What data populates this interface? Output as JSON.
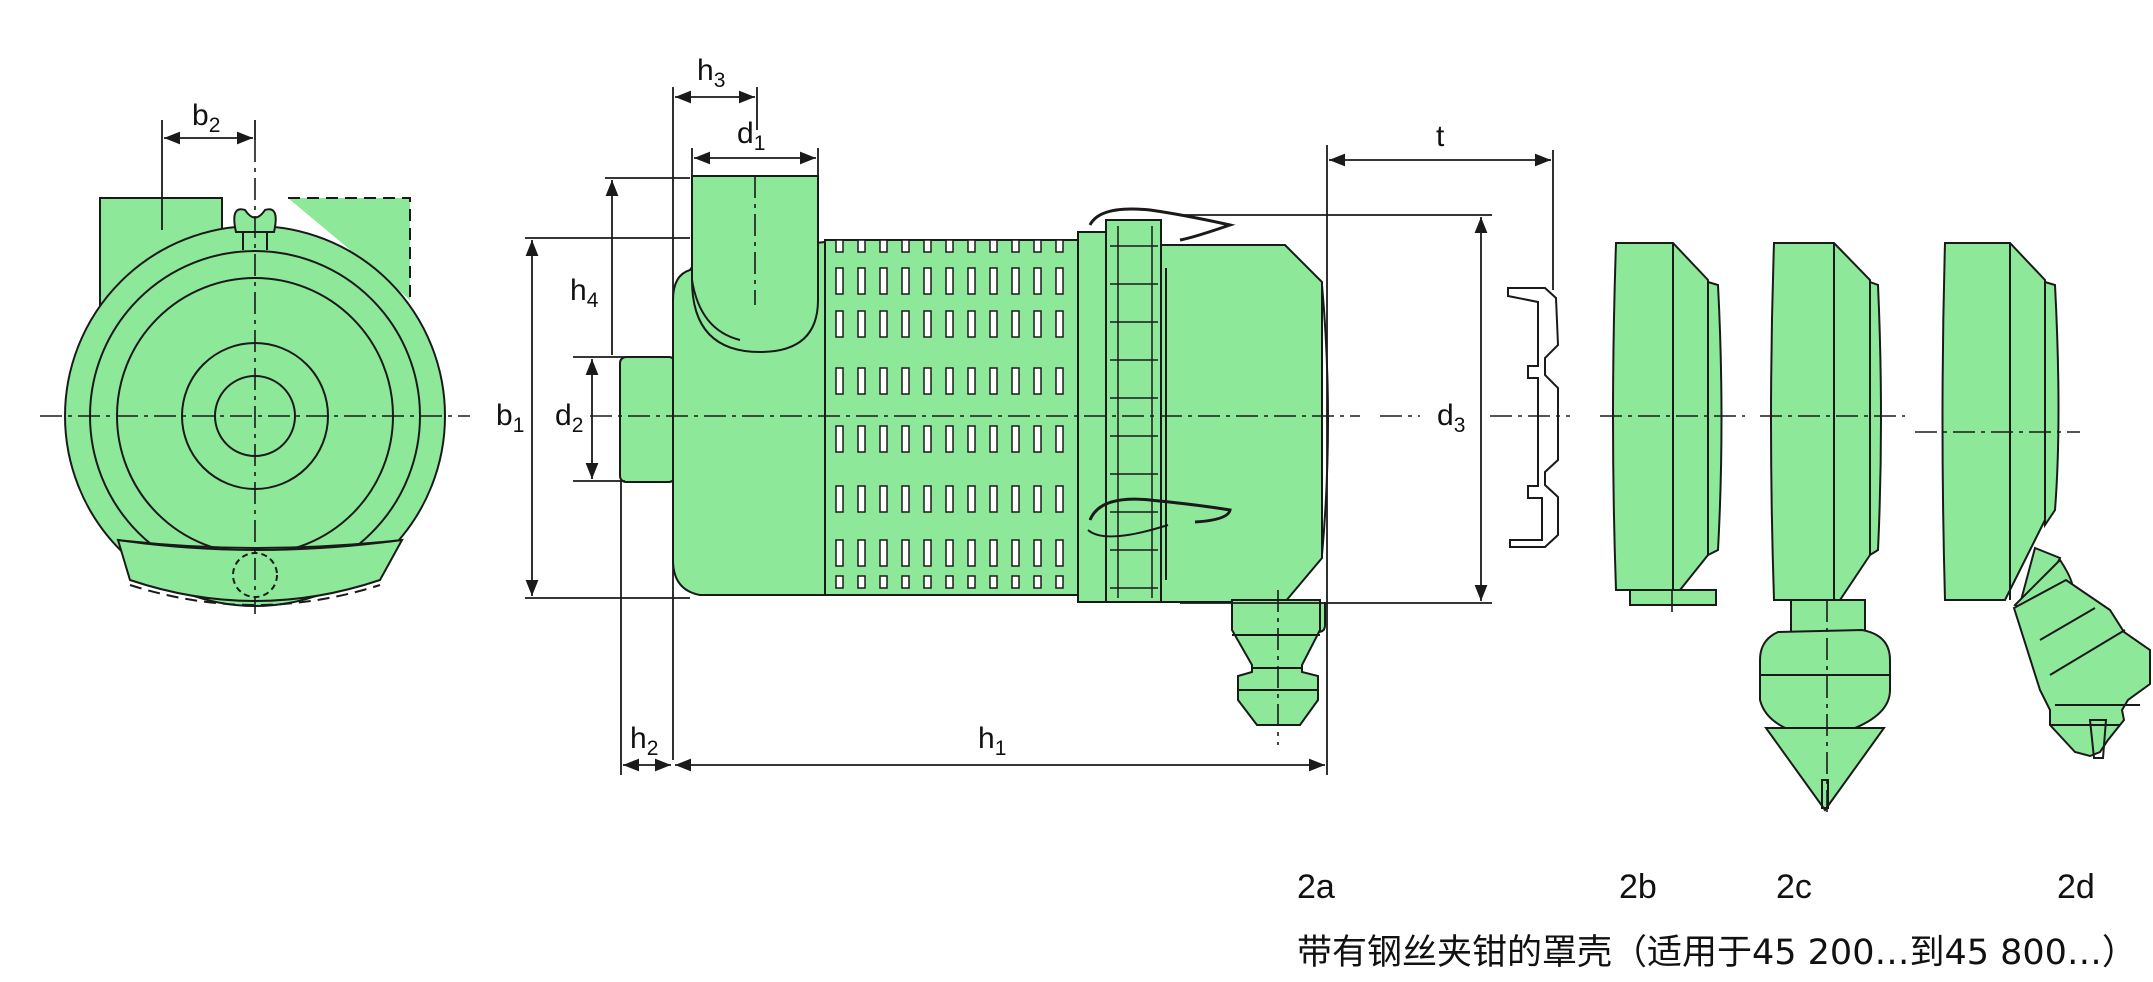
{
  "colors": {
    "body_fill": "#8ee89a",
    "line": "#1a1a1a"
  },
  "dimensions": {
    "b1": {
      "base": "b",
      "sub": "1"
    },
    "b2": {
      "base": "b",
      "sub": "2"
    },
    "d1": {
      "base": "d",
      "sub": "1"
    },
    "d2": {
      "base": "d",
      "sub": "2"
    },
    "d3": {
      "base": "d",
      "sub": "3"
    },
    "h1": {
      "base": "h",
      "sub": "1"
    },
    "h2": {
      "base": "h",
      "sub": "2"
    },
    "h3": {
      "base": "h",
      "sub": "3"
    },
    "h4": {
      "base": "h",
      "sub": "4"
    },
    "t": {
      "base": "t",
      "sub": ""
    }
  },
  "variants": [
    "2a",
    "2b",
    "2c",
    "2d"
  ],
  "caption": "带有钢丝夹钳的罩壳（适用于45 200…到45 800…）"
}
